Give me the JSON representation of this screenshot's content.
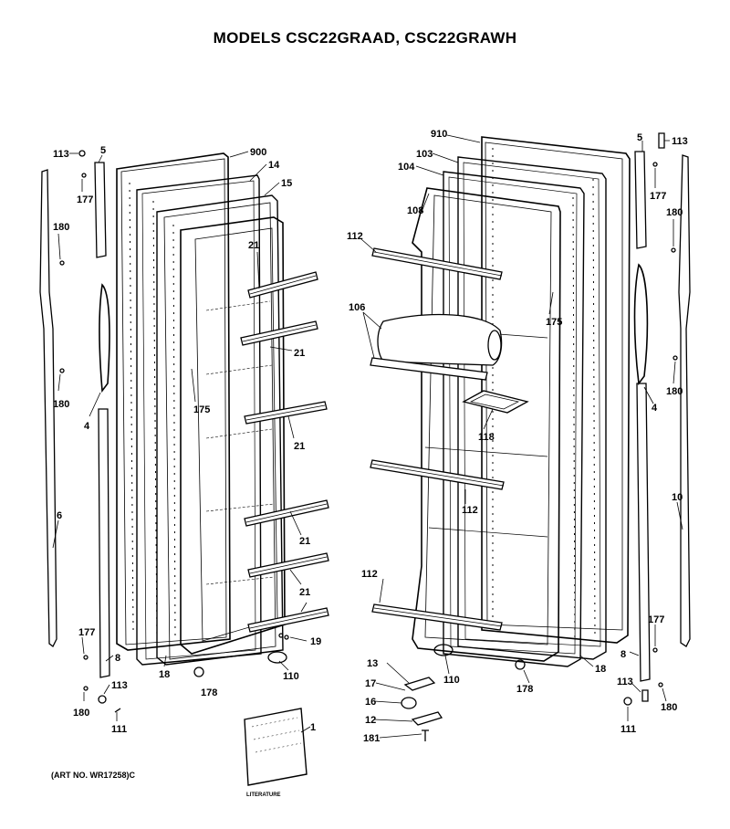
{
  "title": "MODELS CSC22GRAAD, CSC22GRAWH",
  "art_number": "(ART NO. WR17258)C",
  "literature_label": "LITERATURE",
  "callouts": {
    "c113_tl": "113",
    "c5_tl": "5",
    "c177_tl": "177",
    "c180_tl": "180",
    "c180_ml": "180",
    "c4_l": "4",
    "c6": "6",
    "c177_bl": "177",
    "c8_l": "8",
    "c113_bl": "113",
    "c180_bl": "180",
    "c111_l": "111",
    "c900": "900",
    "c14": "14",
    "c15": "15",
    "c21_a": "21",
    "c21_b": "21",
    "c21_c": "21",
    "c21_d": "21",
    "c21_e": "21",
    "c175_l": "175",
    "c18_l": "18",
    "c178_l": "178",
    "c19": "19",
    "c110_l": "110",
    "c1": "1",
    "c910": "910",
    "c103": "103",
    "c104": "104",
    "c108": "108",
    "c112_a": "112",
    "c106": "106",
    "c118": "118",
    "c112_b": "112",
    "c112_c": "112",
    "c175_r": "175",
    "c110_r": "110",
    "c13": "13",
    "c17": "17",
    "c16": "16",
    "c12": "12",
    "c181": "181",
    "c178_r": "178",
    "c18_r": "18",
    "c5_tr": "5",
    "c113_tr": "113",
    "c177_tr": "177",
    "c180_tr": "180",
    "c4_r": "4",
    "c180_mr": "180",
    "c10": "10",
    "c177_br": "177",
    "c8_r": "8",
    "c113_br": "113",
    "c180_br": "180",
    "c111_r": "111"
  }
}
